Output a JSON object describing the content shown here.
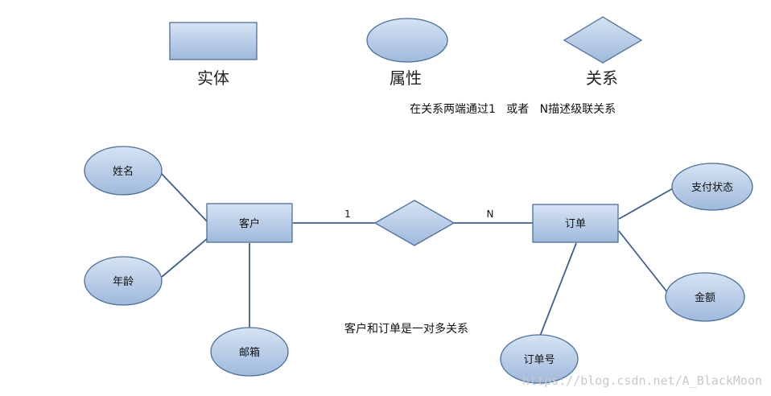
{
  "legend": {
    "entity_label": "实体",
    "attribute_label": "属性",
    "relationship_label": "关系",
    "cardinality_note": "在关系两端通过1   或者   N描述级联关系"
  },
  "entities": {
    "customer": "客户",
    "order": "订单"
  },
  "attributes": {
    "customer_name": "姓名",
    "customer_age": "年龄",
    "customer_email": "邮箱",
    "order_payment_status": "支付状态",
    "order_amount": "金额",
    "order_number": "订单号"
  },
  "relationship": {
    "left_cardinality": "1",
    "right_cardinality": "N",
    "description": "客户和订单是一对多关系"
  },
  "watermark": "https://blog.csdn.net/A_BlackMoon",
  "colors": {
    "shape_fill_top": "#d6e3f3",
    "shape_fill_bottom": "#9fb9dc",
    "shape_stroke": "#4a6f9c",
    "connector": "#3d5f8f"
  }
}
